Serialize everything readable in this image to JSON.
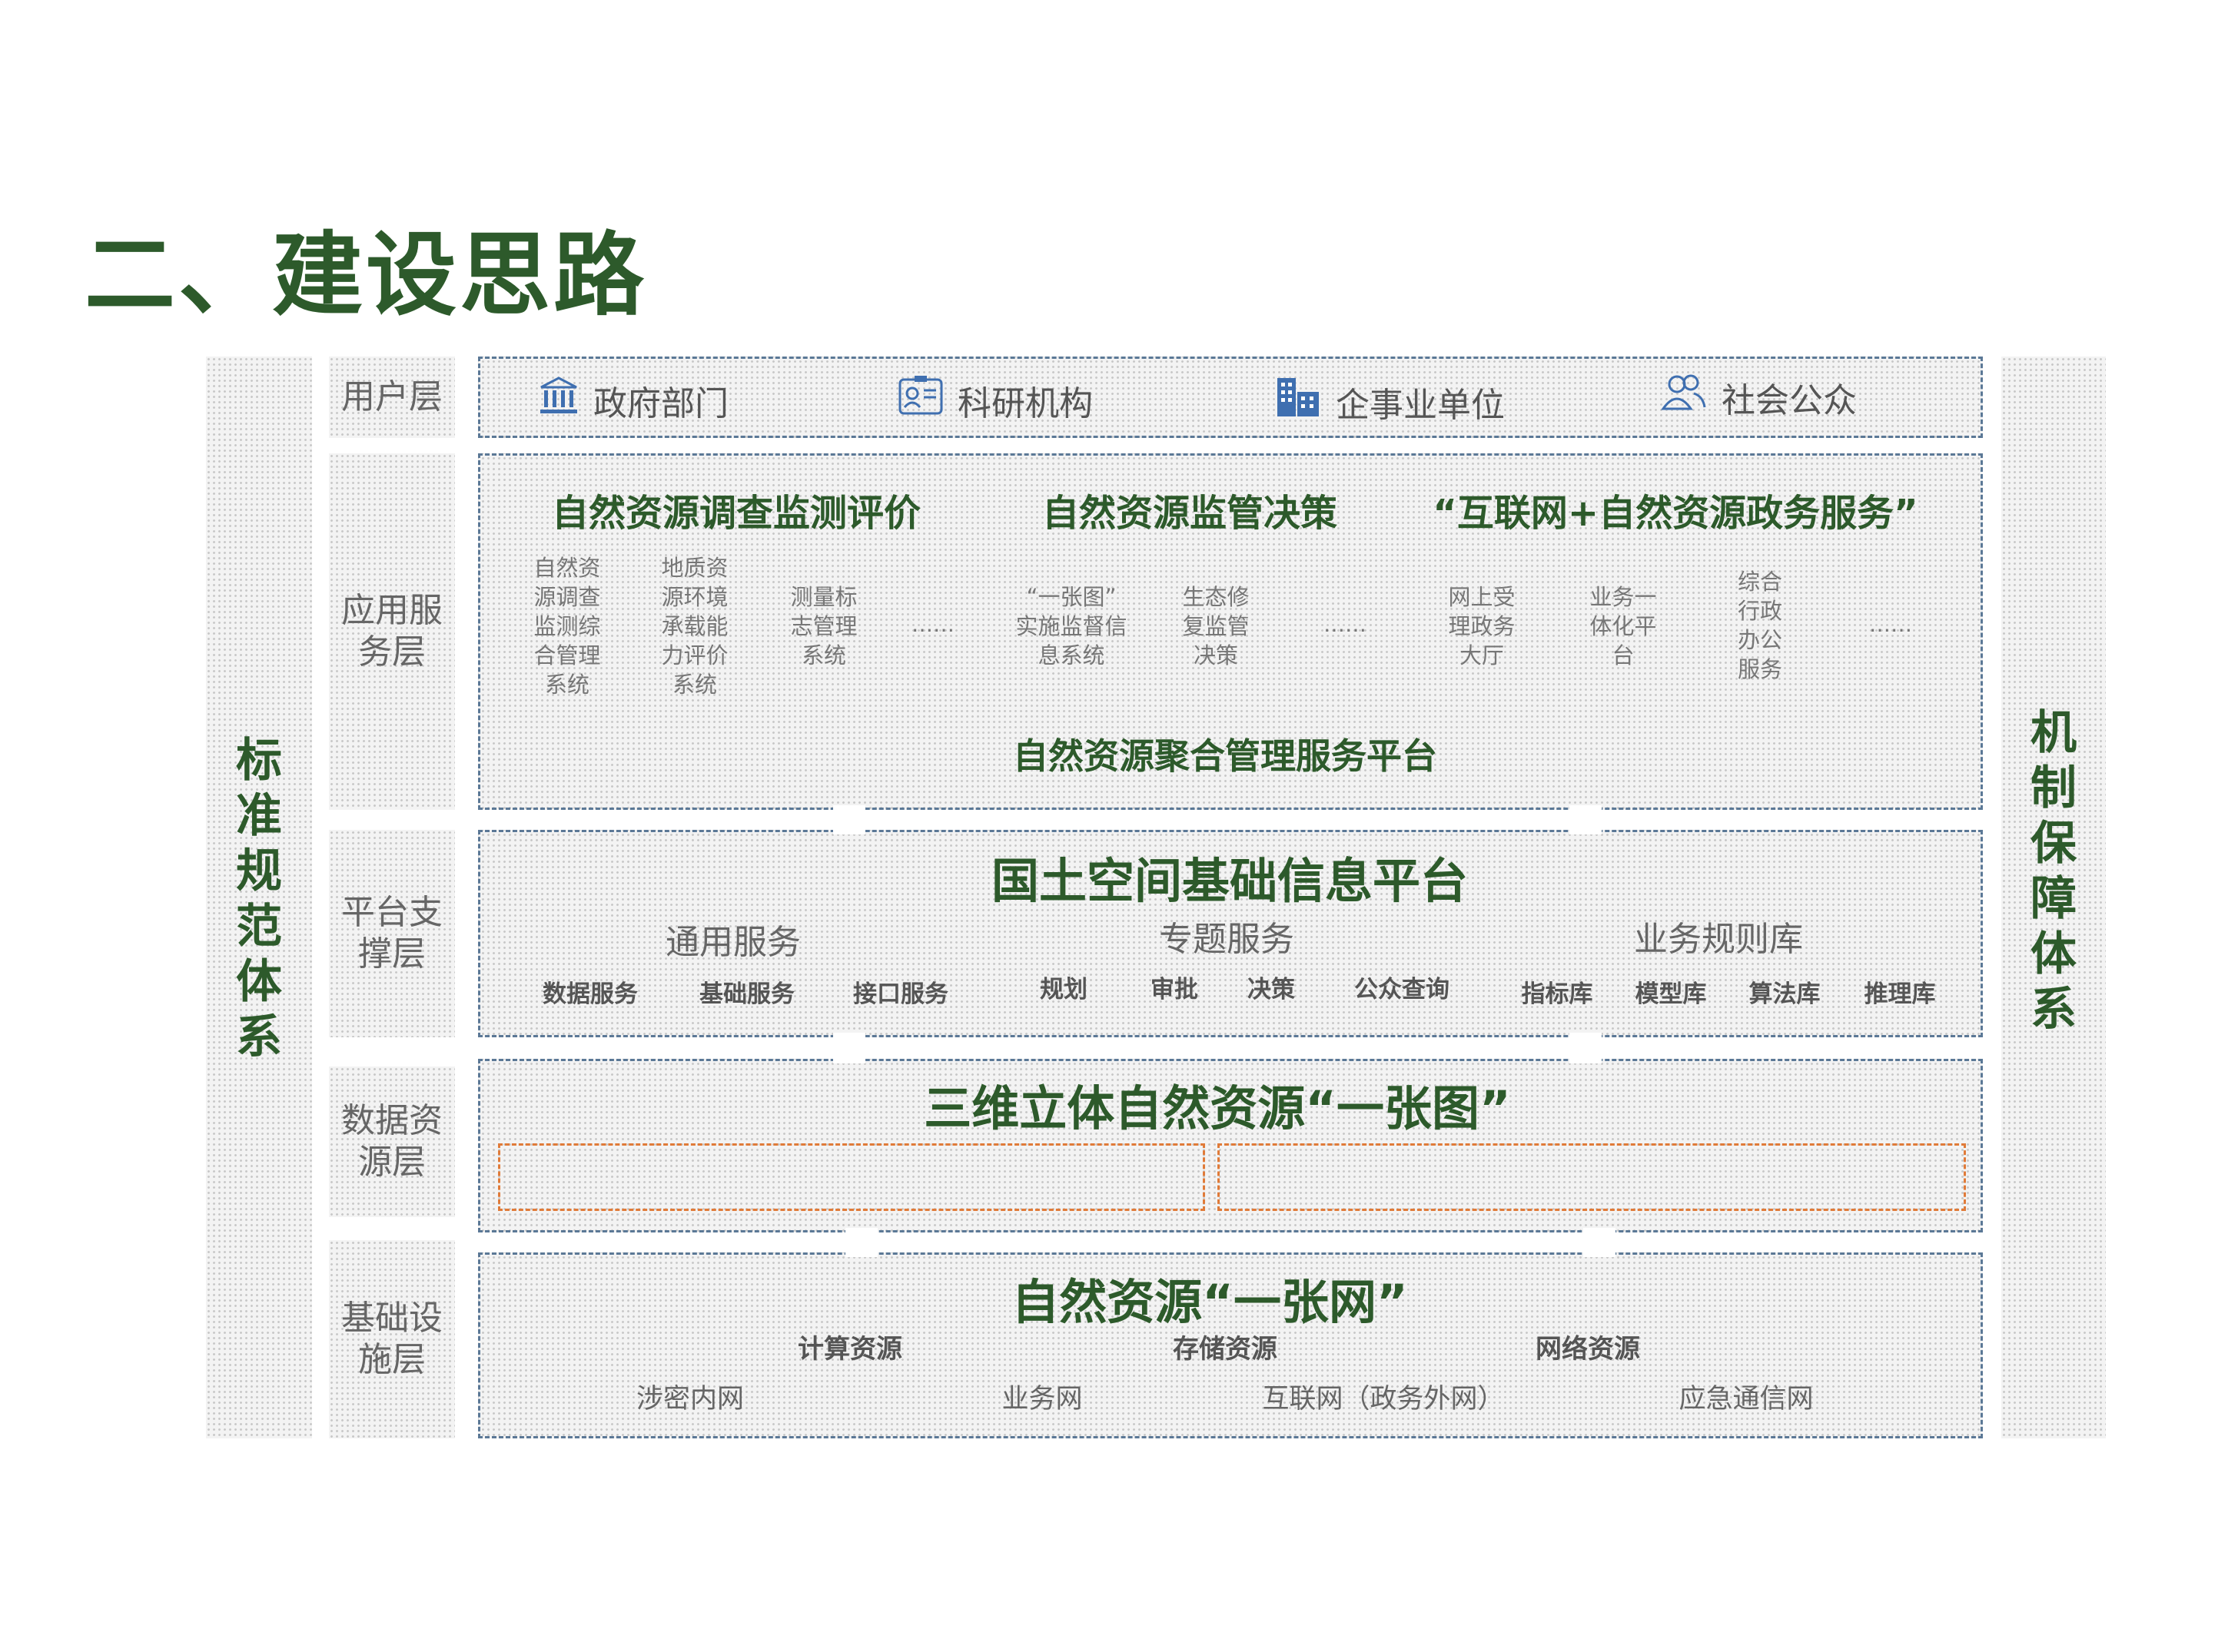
{
  "page_title": "二、建设思路",
  "side_left": [
    "标",
    "准",
    "规",
    "范",
    "体",
    "系"
  ],
  "side_right": [
    "机",
    "制",
    "保",
    "障",
    "体",
    "系"
  ],
  "layers": {
    "user": "用户层",
    "app": [
      "应用服",
      "务层"
    ],
    "platform": [
      "平台支",
      "撑层"
    ],
    "data": [
      "数据资",
      "源层"
    ],
    "infra": [
      "基础设",
      "施层"
    ]
  },
  "user_layer": {
    "items": [
      {
        "label": "政府部门",
        "icon": "government-building-icon"
      },
      {
        "label": "科研机构",
        "icon": "id-card-icon"
      },
      {
        "label": "企事业单位",
        "icon": "office-buildings-icon"
      },
      {
        "label": "社会公众",
        "icon": "people-icon"
      }
    ]
  },
  "app_layer": {
    "group_titles": [
      "自然资源调查监测评价",
      "自然资源监管决策",
      "“互联网+自然资源政务服务”"
    ],
    "g1": {
      "items": [
        [
          "自然资",
          "源调查",
          "监测综",
          "合管理",
          "系统"
        ],
        [
          "地质资",
          "源环境",
          "承载能",
          "力评价",
          "系统"
        ],
        [
          "测量标",
          "志管理",
          "系统"
        ]
      ],
      "more": "……"
    },
    "g2": {
      "items": [
        [
          "“一张图”",
          "实施监督信",
          "息系统"
        ],
        [
          "生态修",
          "复监管",
          "决策"
        ]
      ],
      "more": "……"
    },
    "g3": {
      "items": [
        [
          "网上受",
          "理政务",
          "大厅"
        ],
        [
          "业务一",
          "体化平",
          "台"
        ],
        [
          "综合",
          "行政",
          "办公",
          "服务"
        ]
      ],
      "more": "……"
    },
    "platform_name": "自然资源聚合管理服务平台"
  },
  "platform_layer": {
    "title": "国土空间基础信息平台",
    "groups": [
      {
        "title": "通用服务",
        "items": [
          "数据服务",
          "基础服务",
          "接口服务"
        ]
      },
      {
        "title": "专题服务",
        "items": [
          "规划",
          "审批",
          "决策",
          "公众查询"
        ]
      },
      {
        "title": "业务规则库",
        "items": [
          "指标库",
          "模型库",
          "算法库",
          "推理库"
        ]
      }
    ]
  },
  "data_layer": {
    "title": "三维立体自然资源“一张图”"
  },
  "infra_layer": {
    "title": "自然资源“一张网”",
    "resources": [
      "计算资源",
      "存储资源",
      "网络资源"
    ],
    "networks": [
      "涉密内网",
      "业务网",
      "互联网（政务外网）",
      "应急通信网"
    ]
  },
  "colors": {
    "accent_green": "#2d5a2b",
    "dash_blue": "#5b7896",
    "dash_orange": "#e07b39",
    "icon_blue": "#3f6fb0"
  }
}
